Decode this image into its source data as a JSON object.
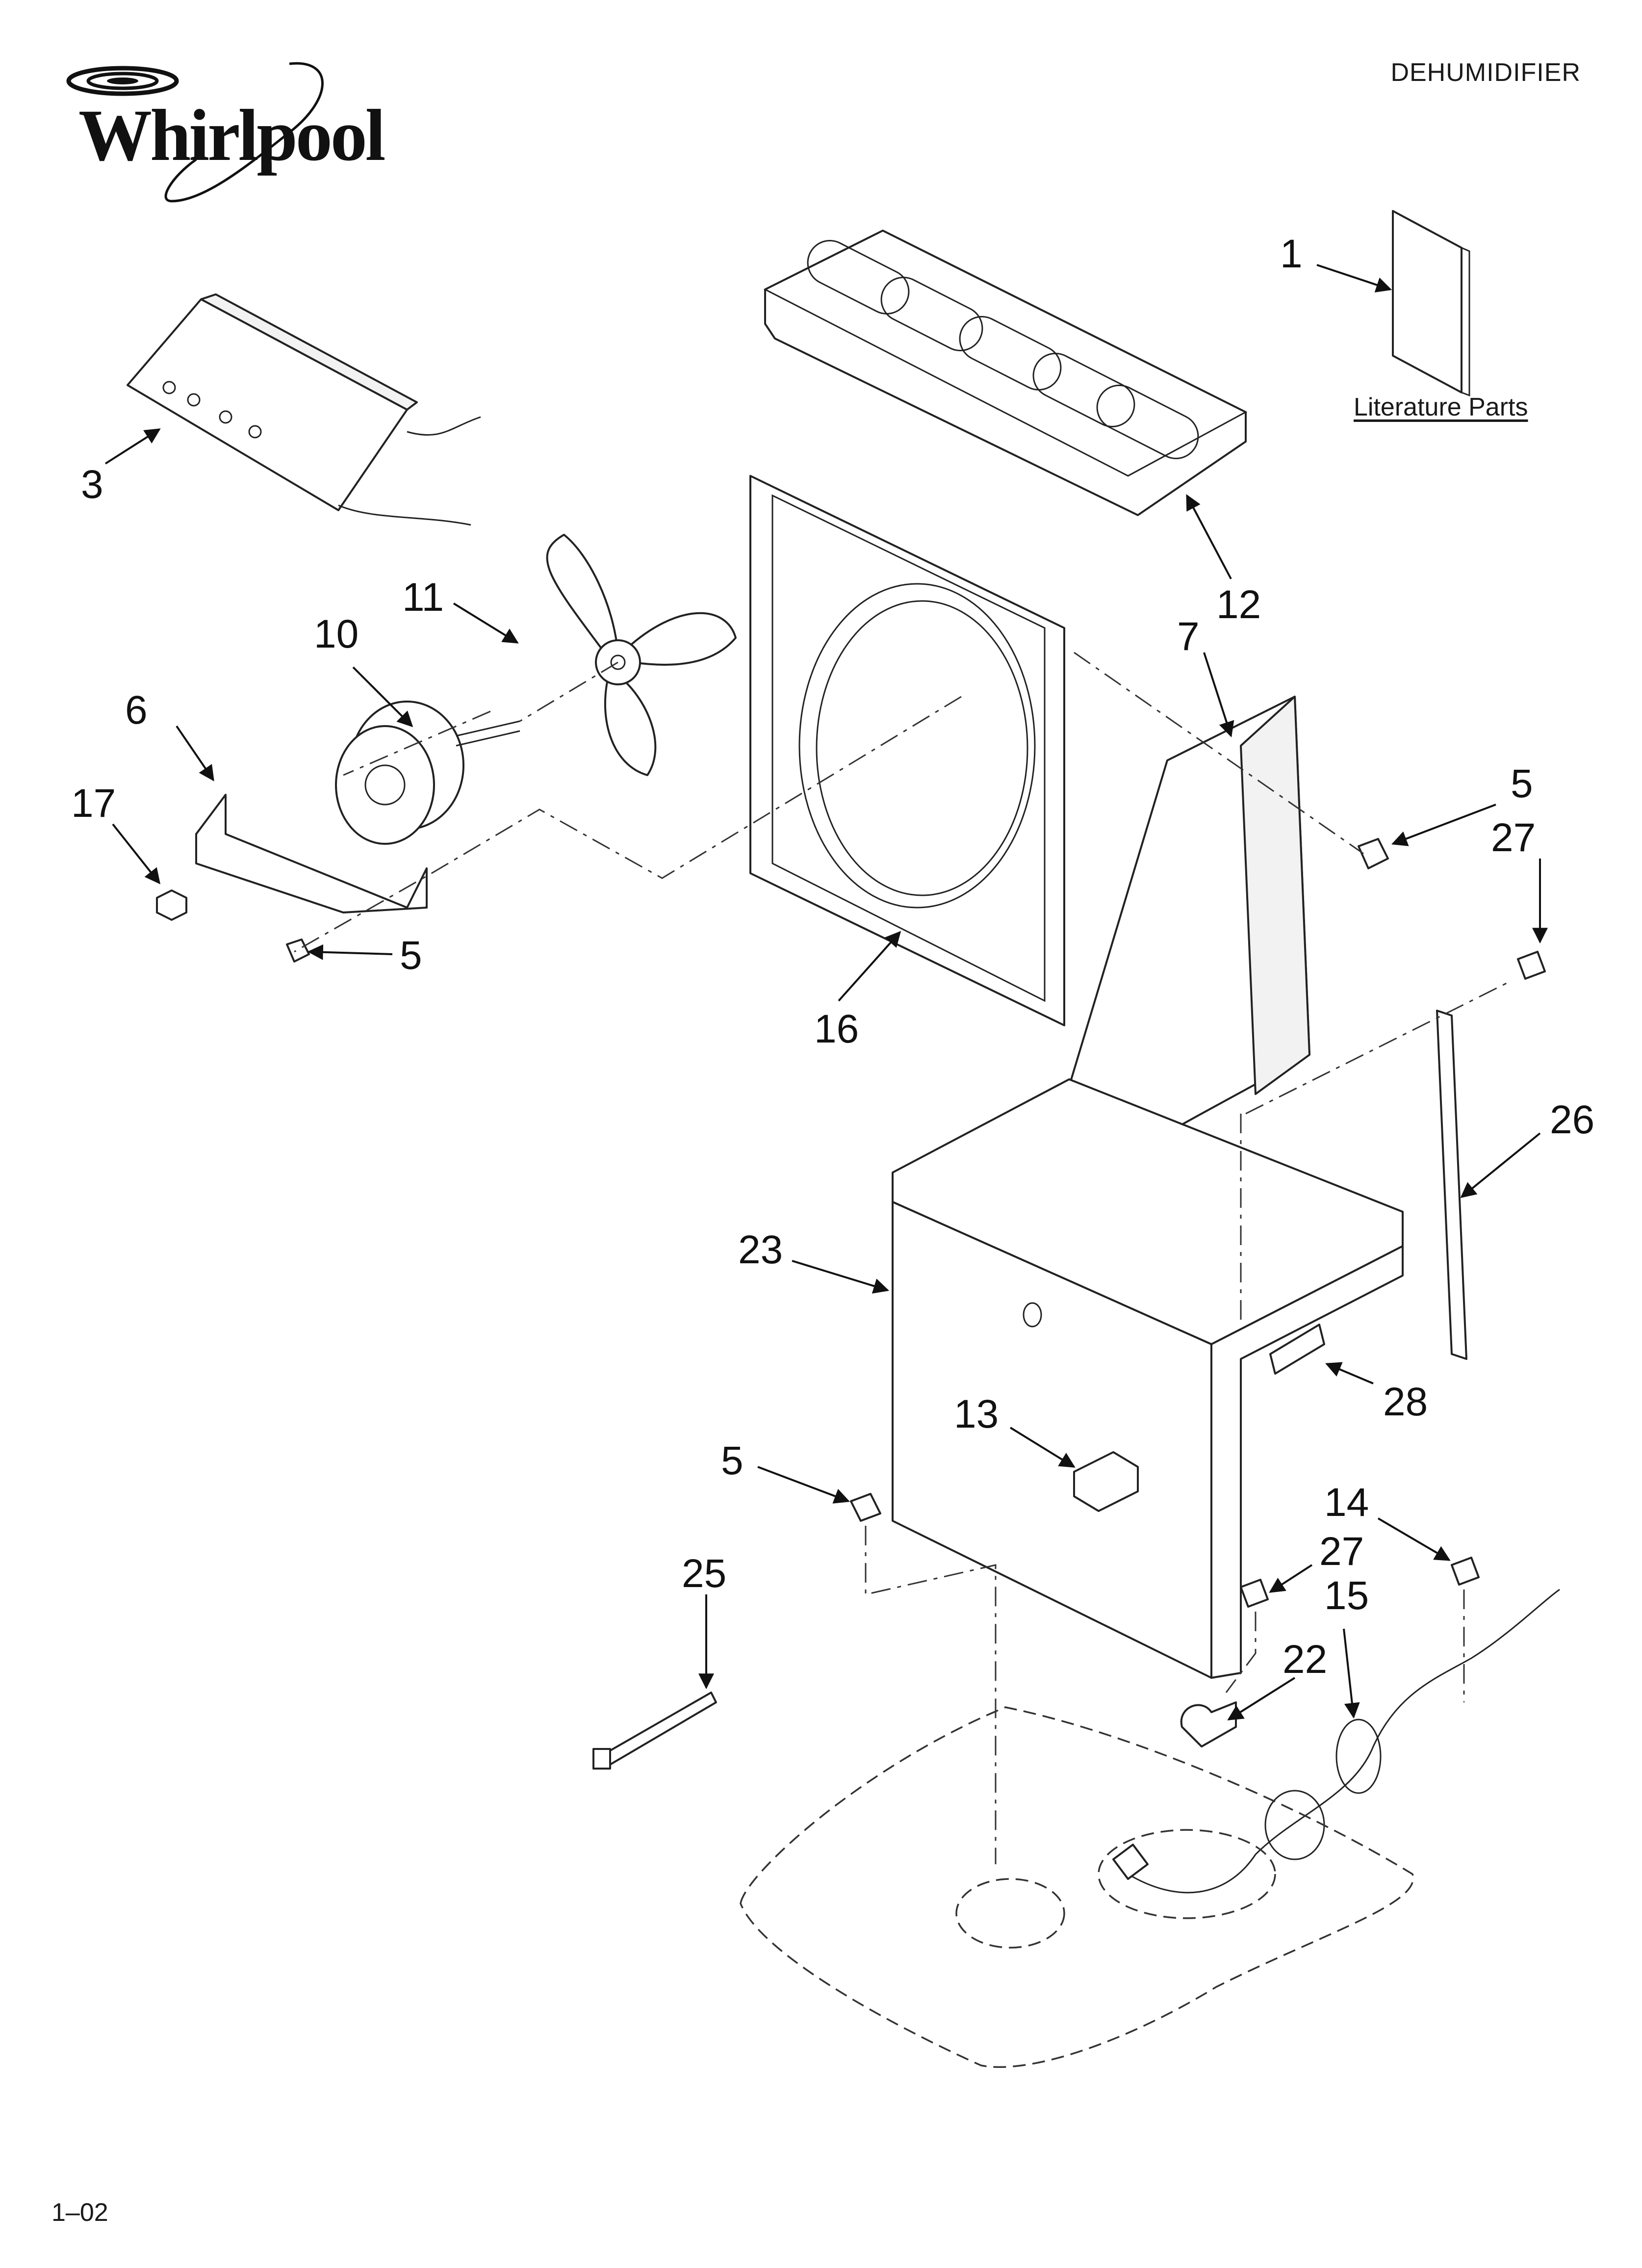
{
  "header": {
    "title": "DEHUMIDIFIER"
  },
  "brand": {
    "logo_text": "Whirlpool"
  },
  "literature": {
    "label": "Literature Parts"
  },
  "footer": {
    "code": "1–02"
  },
  "callouts": {
    "c1": "1",
    "c3": "3",
    "c5a": "5",
    "c5b": "5",
    "c5c": "5",
    "c6": "6",
    "c7": "7",
    "c10": "10",
    "c11": "11",
    "c12": "12",
    "c13": "13",
    "c14": "14",
    "c15": "15",
    "c16": "16",
    "c17": "17",
    "c22": "22",
    "c23": "23",
    "c25": "25",
    "c26": "26",
    "c27a": "27",
    "c27b": "27",
    "c28": "28"
  }
}
